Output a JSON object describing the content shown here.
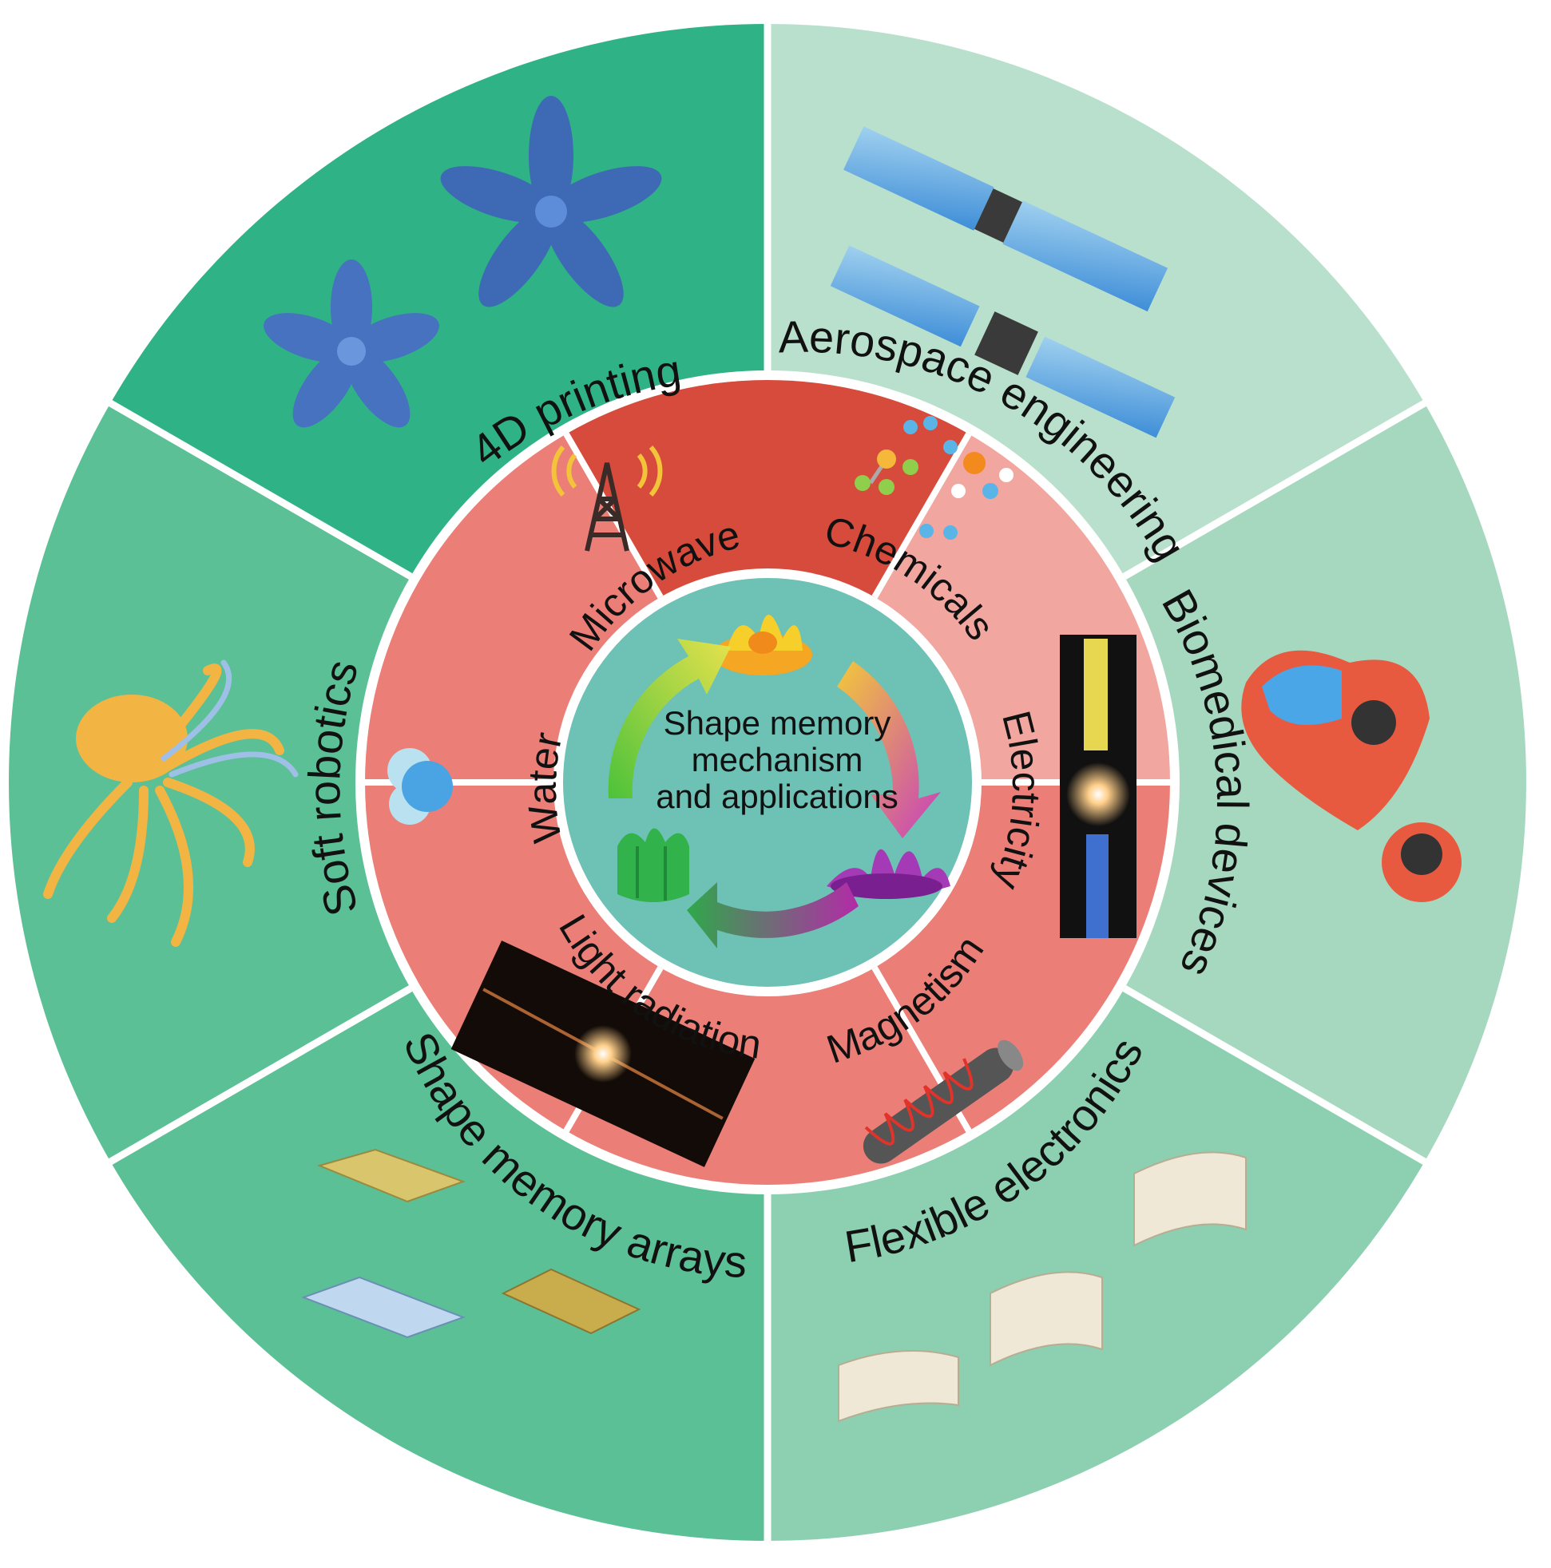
{
  "center": {
    "lines": [
      "Shape memory",
      "mechanism",
      "and applications"
    ]
  },
  "stimuli": [
    {
      "id": "microwave",
      "label": "Microwave",
      "icon": "microwave-tower-icon"
    },
    {
      "id": "chemicals",
      "label": "Chemicals",
      "icon": "molecules-icon"
    },
    {
      "id": "electricity",
      "label": "Electricity",
      "icon": "electric-spark-icon"
    },
    {
      "id": "magnetism",
      "label": "Magnetism",
      "icon": "coil-magnet-icon"
    },
    {
      "id": "light",
      "label": "Light radiation",
      "icon": "light-flare-icon"
    },
    {
      "id": "water",
      "label": "Water",
      "icon": "water-drop-icon"
    }
  ],
  "applications": [
    {
      "id": "4d-printing",
      "label": "4D printing",
      "icon": "printed-flowers-icon"
    },
    {
      "id": "aerospace",
      "label": "Aerospace engineering",
      "icon": "satellites-icon"
    },
    {
      "id": "biomedical",
      "label": "Biomedical devices",
      "icon": "heart-device-icon"
    },
    {
      "id": "flexible",
      "label": "Flexible electronics",
      "icon": "flexible-sheets-icon"
    },
    {
      "id": "arrays",
      "label": "Shape memory arrays",
      "icon": "microarray-plates-icon"
    },
    {
      "id": "soft-robotics",
      "label": "Soft robotics",
      "icon": "octopus-robot-icon"
    }
  ],
  "colors": {
    "outer_dark": "#2fb386",
    "outer_mid": "#5cc096",
    "outer_light": "#b9e0cd",
    "outer_pale": "#a6d8bf",
    "inner_red": "#d64b3b",
    "inner_pink": "#f1a7a0",
    "inner_salmon": "#eb7f78",
    "center": "#6ec1b5"
  }
}
